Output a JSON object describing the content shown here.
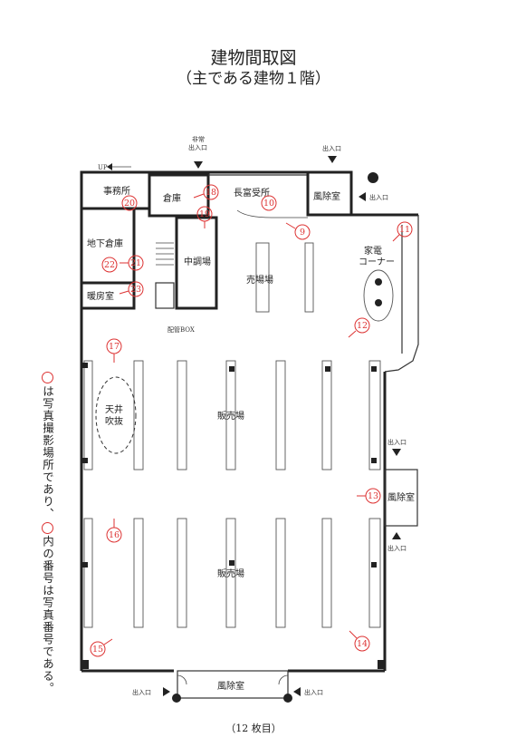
{
  "title": "建物間取図",
  "subtitle": "（主である建物１階）",
  "footer": "（12 枚目）",
  "side_note": {
    "part1": "は写真撮影場所であり、",
    "part2": "内の番号は写真番号である。"
  },
  "rooms": {
    "jimusho": "事務所",
    "soko": "倉庫",
    "jusetsu": "長富受所",
    "fuusui": "風除室",
    "chika": "地下倉庫",
    "dankyu": "暖房室",
    "chuwaba": "中調場",
    "kaden": "家電",
    "corner": "コーナー",
    "uribajo": "売場場",
    "tenjo1": "天井",
    "tenjo2": "吹抜",
    "hanbai1": "販売場",
    "hanbai2": "販売場",
    "fuusui_e": "風除室",
    "fuusui_b": "風除室"
  },
  "doors": {
    "up": "UP",
    "top1a": "非常",
    "top1b": "出入口",
    "top2": "出入口",
    "right_top": "出入口",
    "right_a": "出入口",
    "right_b": "出入口",
    "bottom_l": "出入口",
    "bottom_r": "出入口",
    "pipe": "配管BOX"
  },
  "photos": [
    "9",
    "10",
    "11",
    "12",
    "13",
    "14",
    "15",
    "16",
    "17",
    "18",
    "19",
    "20",
    "21",
    "22",
    "23"
  ],
  "colors": {
    "marker": "#d33",
    "wall": "#222"
  }
}
